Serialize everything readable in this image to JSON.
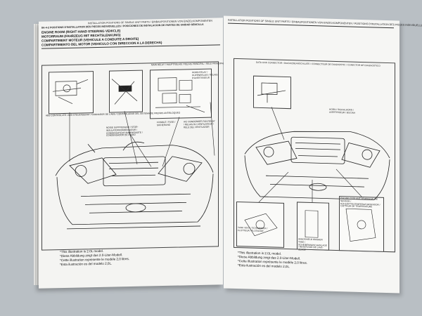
{
  "left_page": {
    "header_strip": "INSTALLATION POSITIONS OF SINGLE UNIT PARTS / EINBAUPOSITIONEN VON EINZELKOMPONENTEN",
    "section_code": "8A-4-2 POSITIONS D'INSTALLATION DES PIECES INDIVIDUELLES / POSICIONES DE INSTALACION DE PARTES DE UNIDAD SENCILLA",
    "titles": [
      "ENGINE ROOM (RIGHT HAND STEERING VEHICLE)",
      "MOTORRAUM (FAHRZEUG MIT RECHTSLENKUNG)",
      "COMPARTIMENT MOTEUR (VEHICULE A CONDUITE A DROITE)",
      "COMPARTIMENTO DEL MOTOR (VEHICULO CON DIRECCION A LA DERECHA)"
    ],
    "callouts": {
      "abs": "ABS CONTROLLER / ABS-STEUERGERAT / CONNADOR DE L'ABS / CONTROLADOR DEL SISTEMA DE FRENOS ANTIBLOQUEO",
      "noise": "NOISE SUPPRESSOR / STOR-INSULATORKONDENSATOR / CONDENSATEUR ANTIPARASITE / CONDENSADOR DE RUIDO",
      "relay": "MAIN RELAY / HAUPTRELAIS / RELAIS PRINCIPAL / RELE PRINCIPAL",
      "horn": "HORN RELAY / HUPENRELAIS / RELAIS D'AVERTISSEUR",
      "fuse": "FUSIBLE / FUSE / SICHERUNG",
      "ac": "A/C CONDENSER FAN RELAY / RELAIS DU VENTILATEUR / RELE DEL VENTILADOR"
    },
    "caption": [
      "*This illustration is 2.0L model.",
      "*Diese Abbildung zeigt das 2.0-Liter-Modell.",
      "*Cette illustration représente le modèle 2,0 litres.",
      "*Esta ilustración es del modelo 2,0L."
    ]
  },
  "right_page": {
    "header_strip": "INSTALLATION POSITIONS OF SINGLE UNIT PARTS / EINBAUPOSITIONEN VON EINZELKOMPONENTEN / POSITIONS D'INSTALLATION DES PIECES INDIVIDUELLES / POSICIONES DE INSTALACION DE PARTES DE UNIDAD SENCILLA  8A-4-3",
    "callouts": {
      "diag": "DATA LINK CONNECTOR / DIAGNOSEANSCHLUSS / CONNECTEUR DE DIAGNOSTIC / CONECTOR DE DIAGNOSTICO",
      "washer": "WINDSHIELD WASHER TANK / SCHEIBENWASCHANLAGE / RESERVOIR DE LAVE-GLACE",
      "fog": "HORN / SIGNALHORN / AVERTISSEUR / BOCINA",
      "susp": "TANK VENT / SCHWIMMER / FLOTTEUR / FLOTADOR",
      "rear": "ENGINE COOLANT TEMPERATURE SENSOR / KUHLMITTELTEMPERATURSENSOR / CAPTEUR DE TEMPERATURE"
    },
    "caption": [
      "*This illustration is 2.0L model.",
      "*Diese Abbildung zeigt das 2.0-Liter-Modell.",
      "*Cette illustration représente le modèle 2,0 litres.",
      "*Esta ilustración es del modelo 2,0L."
    ]
  },
  "colors": {
    "background": "#b9bfc4",
    "paper": "#f4f4f2",
    "ink": "#222222"
  }
}
